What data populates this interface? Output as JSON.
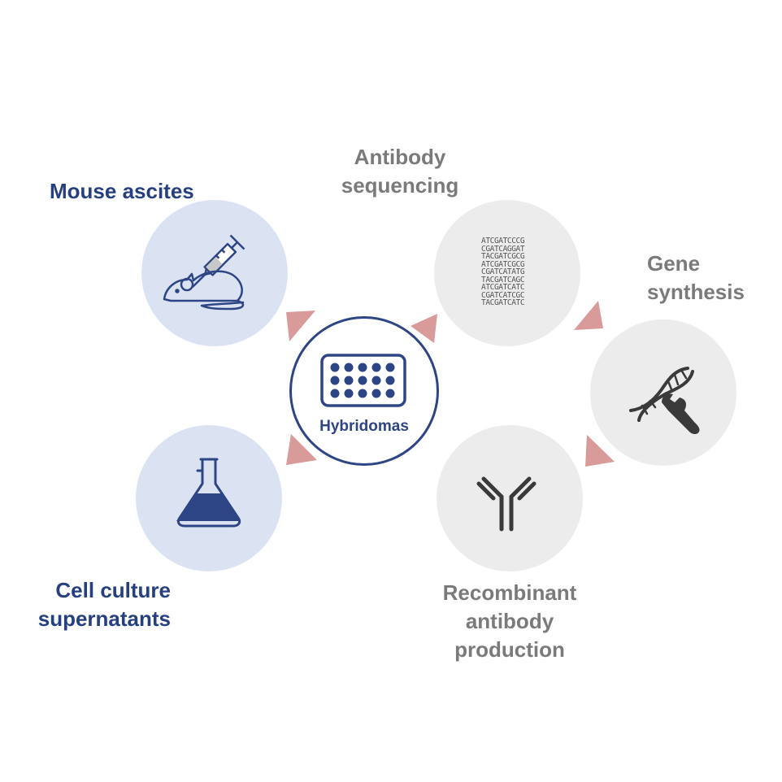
{
  "labels": {
    "mouse_ascites": "Mouse ascites",
    "antibody_sequencing": [
      "Antibody",
      "sequencing"
    ],
    "gene_synthesis": [
      "Gene",
      "synthesis"
    ],
    "cell_culture": [
      "Cell culture",
      "supernatants"
    ],
    "recombinant": [
      "Recombinant",
      "antibody",
      "production"
    ],
    "center": "Hybridomas"
  },
  "sequence_lines": [
    "ATCGATCCCG",
    "CGATCAGGAT",
    "TACGATCGCG",
    "ATCGATCGCG",
    "CGATCATATG",
    "TACGATCAGC",
    "ATCGATCATC",
    "CGATCATCGC",
    "TACGATCATC"
  ],
  "icons": [
    "mouse-syringe-icon",
    "sequence-icon",
    "dna-wrench-icon",
    "flask-icon",
    "antibody-icon",
    "well-plate-icon"
  ],
  "colors": {
    "blue_text": "#253f80",
    "gray_text": "#7a7a7a",
    "blue_circle": "#dbe3f3",
    "gray_circle": "#ececec",
    "arrow": "#d99a9a",
    "center_border": "#2e4585"
  }
}
